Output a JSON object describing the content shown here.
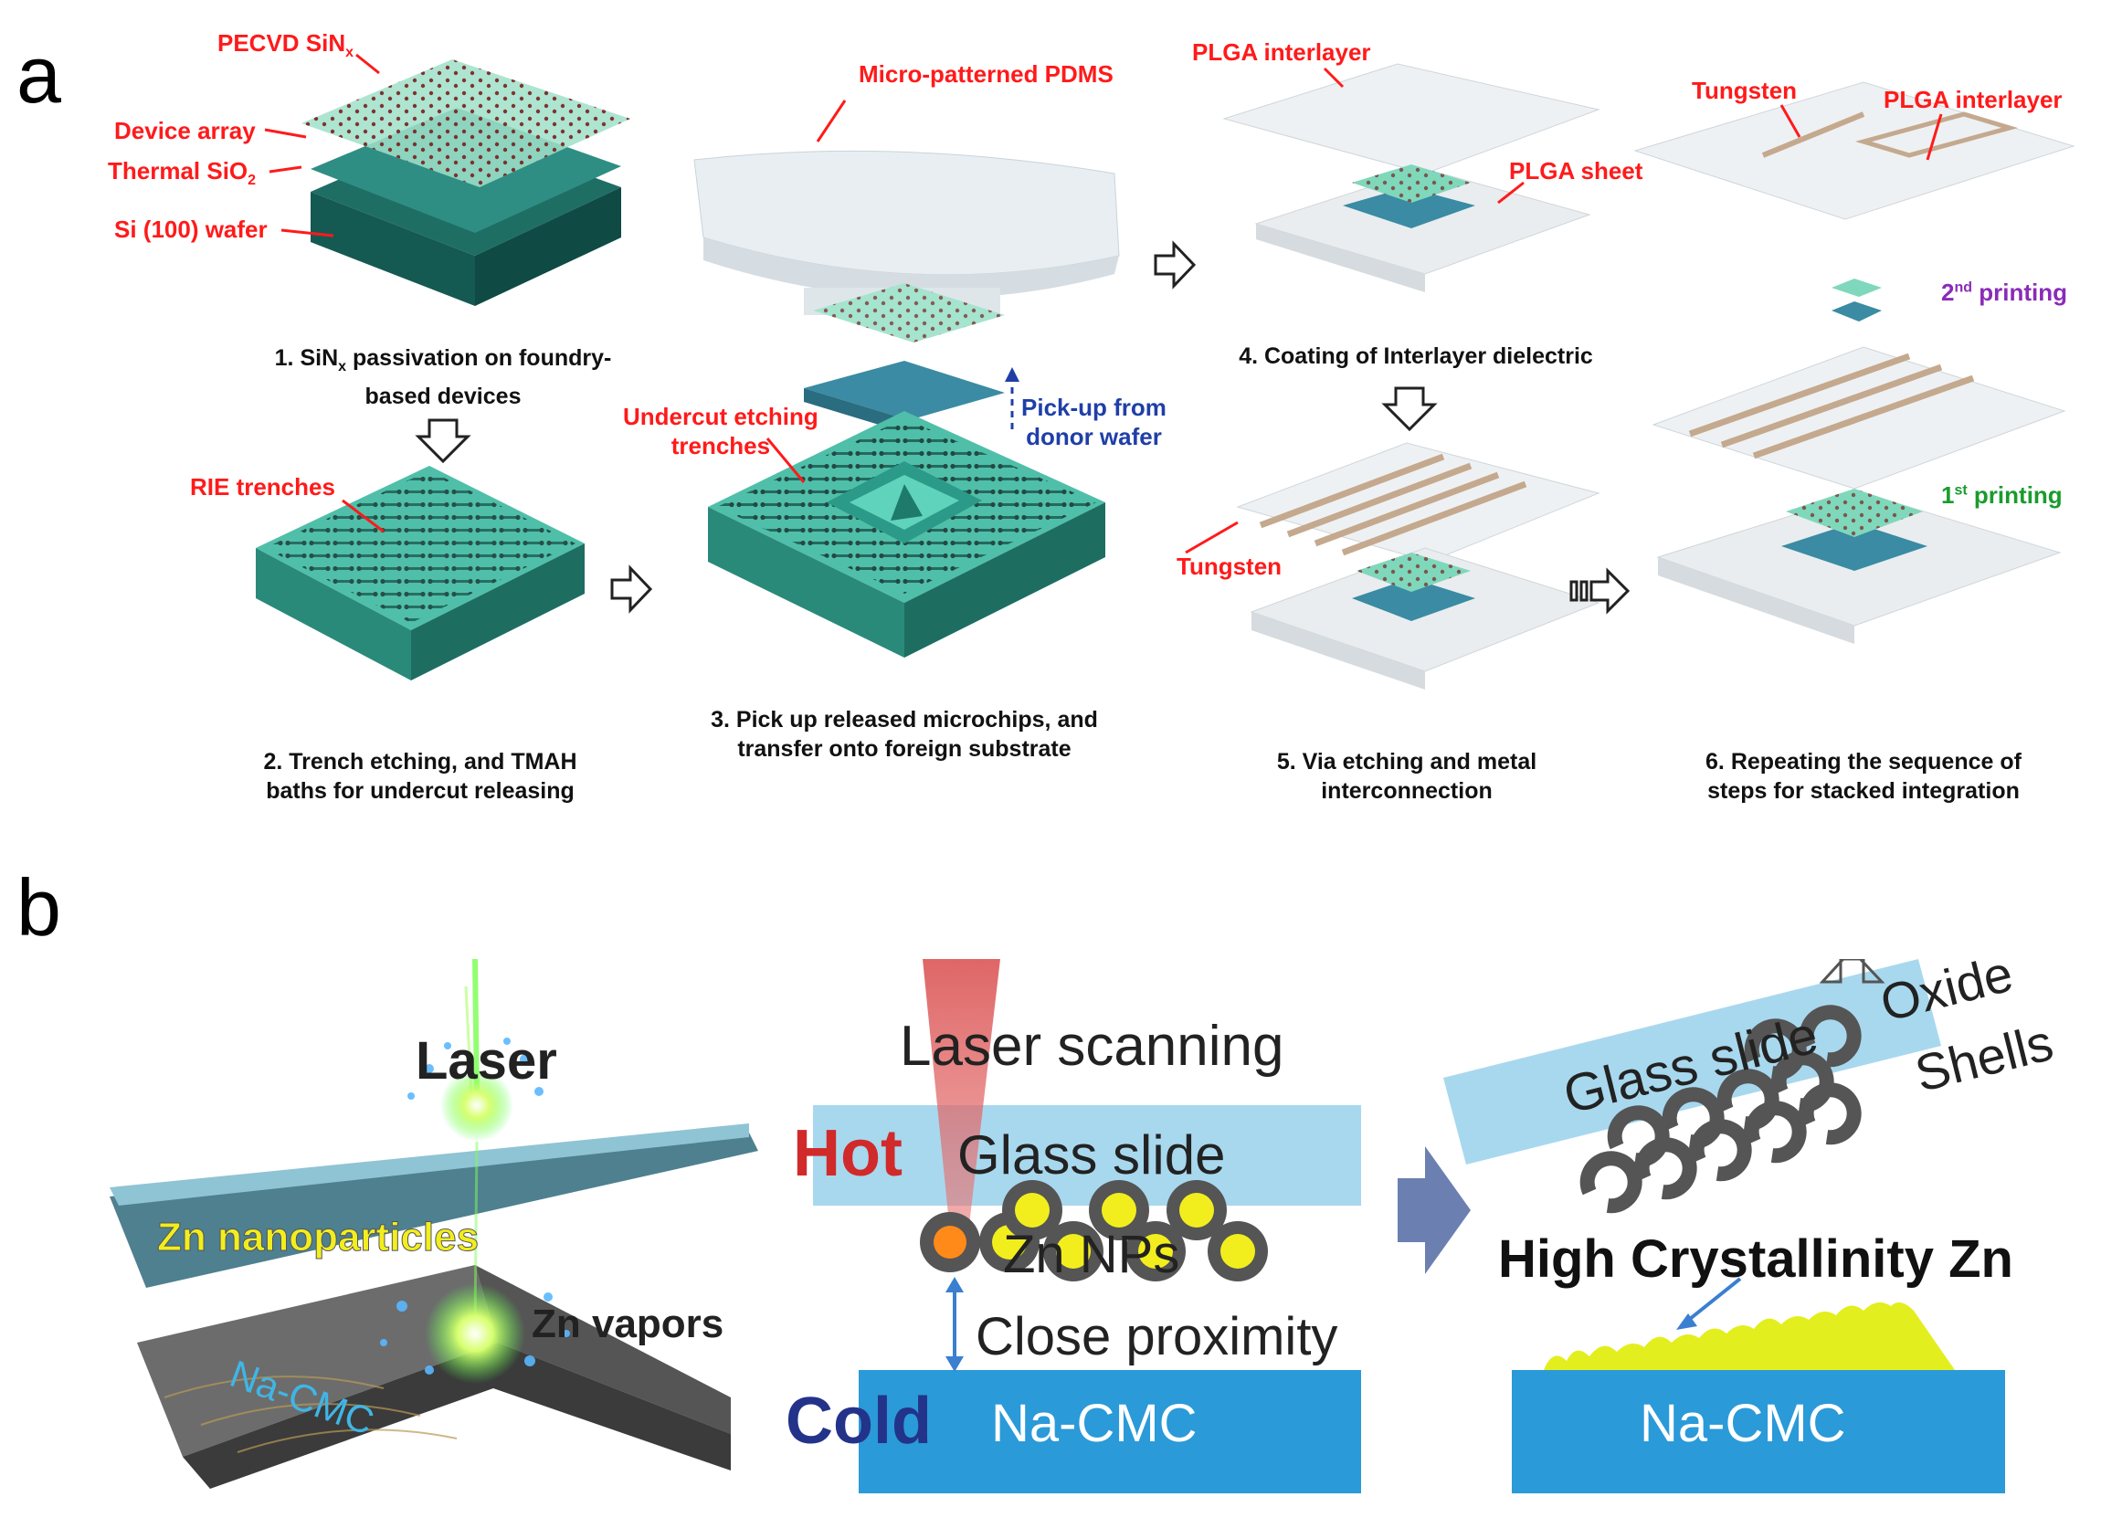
{
  "panel_a": {
    "letter": "a",
    "labels": {
      "pecvd": "PECVD SiN",
      "pecvd_sub": "x",
      "device_array": "Device array",
      "thermal_sio2": "Thermal SiO",
      "thermal_sub": "2",
      "si_wafer": "Si (100) wafer",
      "rie_trenches": "RIE trenches",
      "micro_pdms": "Micro-patterned PDMS",
      "undercut_1": "Undercut etching",
      "undercut_2": "trenches",
      "pickup_1": "Pick-up from",
      "pickup_2": "donor wafer",
      "plga_interlayer_1": "PLGA interlayer",
      "plga_sheet": "PLGA sheet",
      "tungsten_1": "Tungsten",
      "tungsten_2": "Tungsten",
      "plga_interlayer_2": "PLGA interlayer",
      "printing_2nd_num": "2",
      "printing_2nd_sup": "nd",
      "printing_2nd_text": " printing",
      "printing_1st_num": "1",
      "printing_1st_sup": "st",
      "printing_1st_text": " printing"
    },
    "steps": {
      "s1_a": "1. SiN",
      "s1_sub": "x",
      "s1_b": " passivation on foundry-",
      "s1_c": "based devices",
      "s2_a": "2. Trench etching, and TMAH",
      "s2_b": "baths for undercut releasing",
      "s3_a": "3. Pick up released microchips, and",
      "s3_b": "transfer onto foreign substrate",
      "s4_a": "4. Coating of Interlayer dielectric",
      "s5_a": "5. Via etching and metal",
      "s5_b": "interconnection",
      "s6_a": "6. Repeating the sequence of",
      "s6_b": "steps for stacked integration"
    }
  },
  "panel_b": {
    "letter": "b",
    "laser": "Laser",
    "zn_nanoparticles": "Zn nanoparticles",
    "zn_vapors": "Zn vapors",
    "na_cmc_left": "Na-CMC",
    "laser_scanning": "Laser scanning",
    "hot": "Hot",
    "glass_slide_mid": "Glass slide",
    "zn_nps": "Zn NPs",
    "close_proximity": "Close proximity",
    "cold": "Cold",
    "na_cmc_mid": "Na-CMC",
    "glass_slide_right": "Glass slide",
    "oxide": "Oxide",
    "shells": "Shells",
    "high_crystallinity": "High Crystallinity Zn",
    "na_cmc_right": "Na-CMC"
  },
  "colors": {
    "label_red": "#ff1a1a",
    "teal": "#3aa594",
    "glass_blue": "#a8d8ee",
    "cmc_blue": "#2a9ad8",
    "hot_red": "#d12a2a",
    "cold_navy": "#23338a",
    "zn_yellow": "#f2ee1e"
  }
}
